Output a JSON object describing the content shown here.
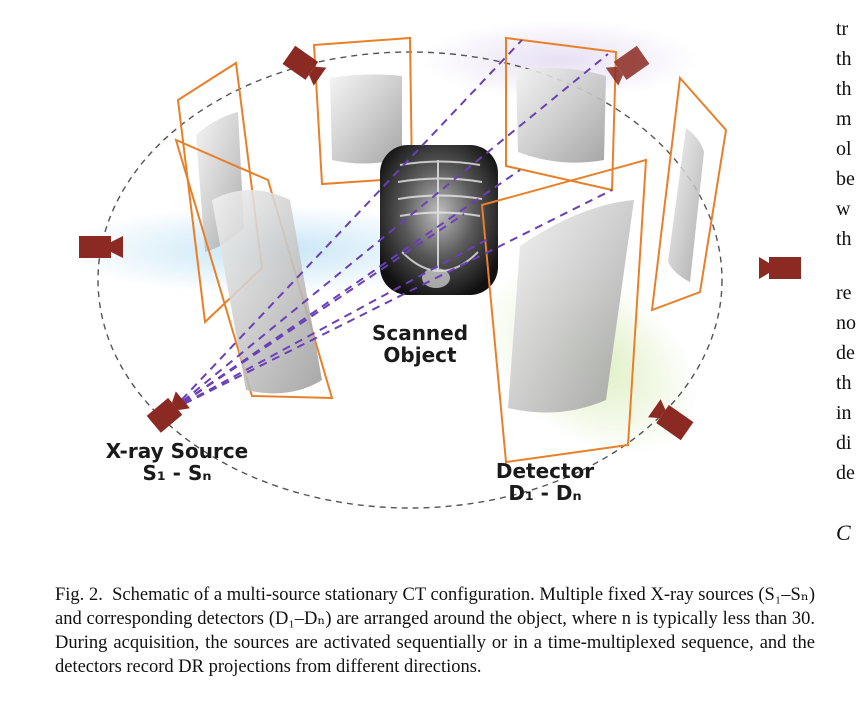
{
  "figure": {
    "labels": {
      "scanned_line1": "Scanned",
      "scanned_line2": "Object",
      "source_line1": "X-ray Source",
      "source_line2": "S₁ - Sₙ",
      "detector_line1": "Detector",
      "detector_line2": "D₁ - Dₙ"
    },
    "colors": {
      "detector_frame": "#e8802a",
      "beam": "#6a3fb8",
      "source": "#8b2a22",
      "orbit": "#555555"
    }
  },
  "caption": {
    "prefix": "Fig. 2.  ",
    "text": "Schematic of a multi-source stationary CT configuration. Multiple fixed X-ray sources (S₁–Sₙ) and corresponding detectors (D₁–Dₙ) are arranged around the object, where n is typically less than 30. During acquisition, the sources are activated sequentially or in a time-multiplexed sequence, and the detectors record DR projections from different directions."
  },
  "side_column": {
    "fragments_a": [
      "tr",
      "th",
      "th",
      "m",
      "ol",
      "be",
      "w",
      "th"
    ],
    "fragments_b": [
      "re",
      "no",
      "de",
      "th",
      "in",
      "di",
      "de"
    ],
    "fragment_c": "C"
  }
}
